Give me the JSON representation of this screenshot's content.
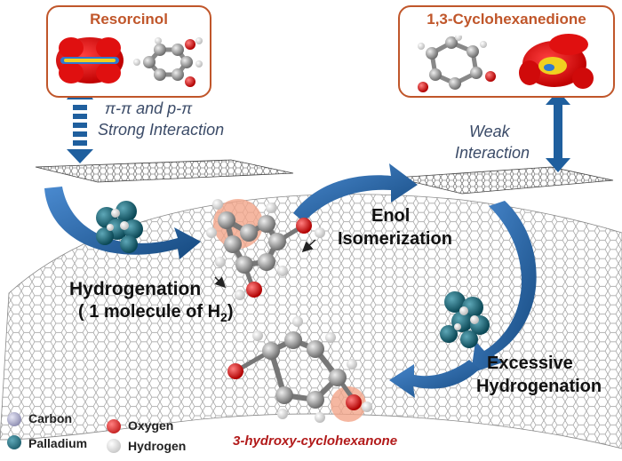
{
  "reactant_box": {
    "title": "Resorcinol"
  },
  "product_box": {
    "title": "1,3-Cyclohexanedione"
  },
  "strong_interaction": {
    "line1": "π-π and p-π",
    "line2": "Strong Interaction"
  },
  "weak_interaction": {
    "line1": "Weak",
    "line2": "Interaction"
  },
  "step_enol": {
    "line1": "Enol",
    "line2": "Isomerization"
  },
  "step_hydrogenation": {
    "line1": "Hydrogenation",
    "line2_prefix": "( 1 molecule of H",
    "line2_sub": "2",
    "line2_suffix": ")"
  },
  "step_excessive": {
    "line1": "Excessive",
    "line2": "Hydrogenation"
  },
  "final_product": {
    "label": "3-hydroxy-cyclohexanone"
  },
  "legend": [
    {
      "label": "Carbon",
      "color": "#8f8fb5"
    },
    {
      "label": "Oxygen",
      "color": "#dd1111"
    },
    {
      "label": "Palladium",
      "color": "#16667a"
    },
    {
      "label": "Hydrogen",
      "color": "#e8e8e8"
    }
  ],
  "colors": {
    "box_border": "#c0562a",
    "arrow_blue": "#1f5f9e",
    "italic_text": "#3b4b68",
    "product_label": "#b21a1a"
  }
}
